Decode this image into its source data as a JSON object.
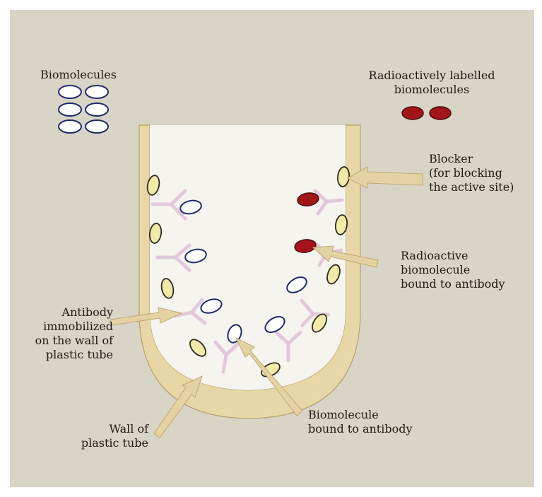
{
  "legend": {
    "biomolecules": "Biomolecules",
    "radio_labelled": [
      "Radioactively labelled",
      "biomolecules"
    ]
  },
  "labels": {
    "blocker": [
      "Blocker",
      "(for blocking",
      "the active site)"
    ],
    "radioactive_bound": [
      "Radioactive",
      "biomolecule",
      "bound to antibody"
    ],
    "antibody_immobilized": [
      "Antibody",
      "immobilized",
      "on the wall of",
      "plastic tube"
    ],
    "wall": [
      "Wall of",
      "plastic tube"
    ],
    "biomolecule_bound": [
      "Biomolecule",
      "bound to antibody"
    ]
  },
  "colors": {
    "background": "#d8d4c6",
    "tube_wall": "#e8d7a6",
    "tube_inner": "#f6f4ee",
    "biomolecule": "#1f2a6b",
    "radioactive": "#a3141a",
    "blocker": "#f2eba8",
    "antibody": "#e2c8dc",
    "arrow": "#e4d2a2"
  }
}
